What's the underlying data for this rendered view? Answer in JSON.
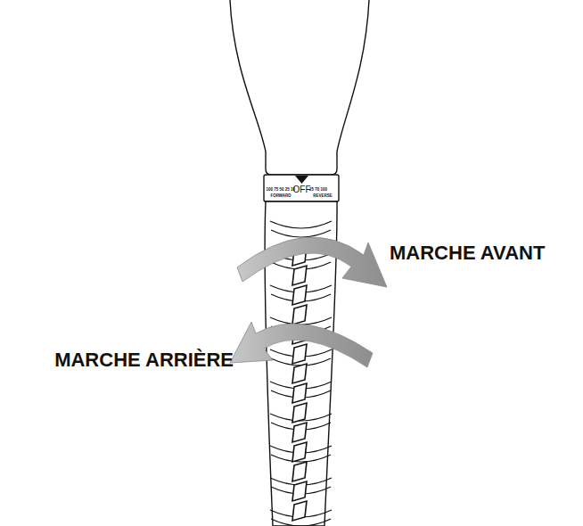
{
  "diagram": {
    "labels": [
      "100 75 50 25 10",
      "OFF",
      "25 70 100",
      "FORWARD",
      "REVERSE",
      "MARCHE AVANT",
      "MARCHE ARRIÈRE"
    ]
  }
}
